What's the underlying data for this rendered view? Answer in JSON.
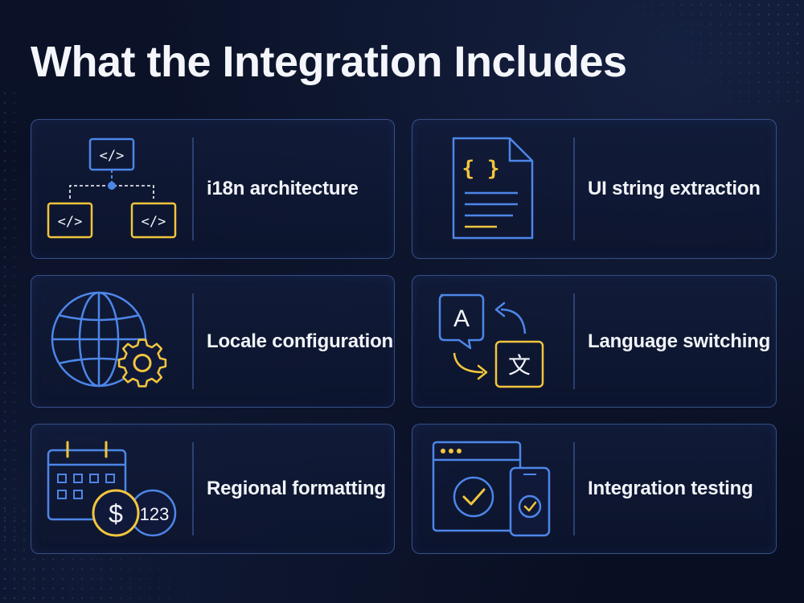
{
  "title": "What the Integration Includes",
  "colors": {
    "background": "#0a1024",
    "card_border": "#4f78c8",
    "icon_blue": "#4d86e8",
    "icon_yellow": "#f2c53d",
    "text": "#f2f4fa"
  },
  "cards": [
    {
      "label": "i18n architecture",
      "icon": "code-hierarchy-icon",
      "code_glyph": "</>"
    },
    {
      "label": "UI string extraction",
      "icon": "json-document-icon",
      "brace_glyph": "{ }"
    },
    {
      "label": "Locale configuration",
      "icon": "globe-gear-icon"
    },
    {
      "label": "Language switching",
      "icon": "translate-icon",
      "glyph_a": "A",
      "glyph_b": "文"
    },
    {
      "label": "Regional formatting",
      "icon": "calendar-currency-icon",
      "currency_glyph": "$",
      "number_glyph": "123"
    },
    {
      "label": "Integration testing",
      "icon": "browser-mobile-check-icon"
    }
  ]
}
